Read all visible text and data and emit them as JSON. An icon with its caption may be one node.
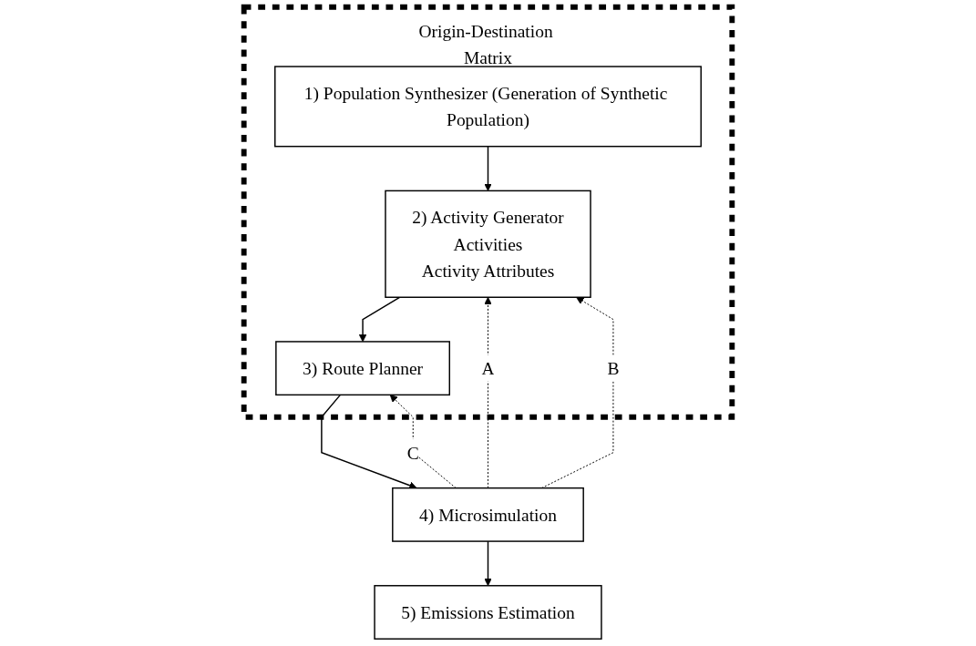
{
  "diagram": {
    "nodes": [
      {
        "text": [
          "Origin-Destination Matrix"
        ]
      },
      {
        "text": [
          "1) Population Synthesizer (Generation of Synthetic Population)"
        ],
        "in": 0
      },
      {
        "text": [
          "2) Activity Generator",
          "Activities",
          "Activity Attributes"
        ],
        "in": 0
      },
      {
        "text": [
          "3) Route Planner"
        ],
        "in": 0
      },
      {
        "text": [
          "4) Microsimulation"
        ]
      },
      {
        "text": [
          "5) Emissions Estimation"
        ]
      }
    ],
    "edges": [
      {
        "from": 1,
        "to": 2,
        "arrow": "to"
      },
      {
        "from": 2,
        "to": 3,
        "arrow": "to"
      },
      {
        "from": 3,
        "to": 4,
        "arrow": "to"
      },
      {
        "from": 4,
        "to": 3,
        "arrow": "to",
        "label": "C",
        "style": "dashed"
      },
      {
        "from": 4,
        "to": 2,
        "arrow": "to",
        "label": "A",
        "style": "dashed"
      },
      {
        "from": 4,
        "to": 2,
        "arrow": "to",
        "label": "B",
        "style": "dashed"
      },
      {
        "from": 4,
        "to": 5,
        "arrow": "to"
      }
    ]
  }
}
